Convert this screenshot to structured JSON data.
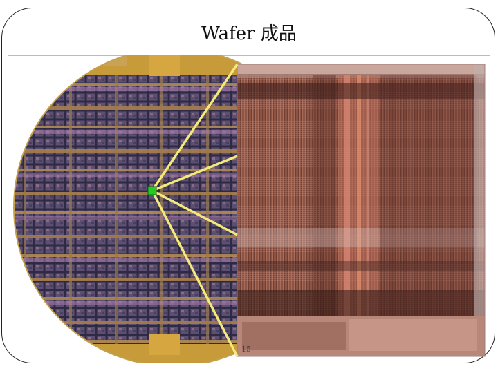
{
  "slide": {
    "title": "Wafer 成品",
    "page_number": "15"
  },
  "images": {
    "wafer": "silicon-wafer-photo",
    "die": "die-micrograph-zoom"
  },
  "colors": {
    "wafer_gold": "#c79a3a",
    "wafer_grid": "#3c3048",
    "highlight_square": "#22cc22",
    "callout_lines": "#f3ea7a",
    "die_copper": "#9a5a48"
  }
}
